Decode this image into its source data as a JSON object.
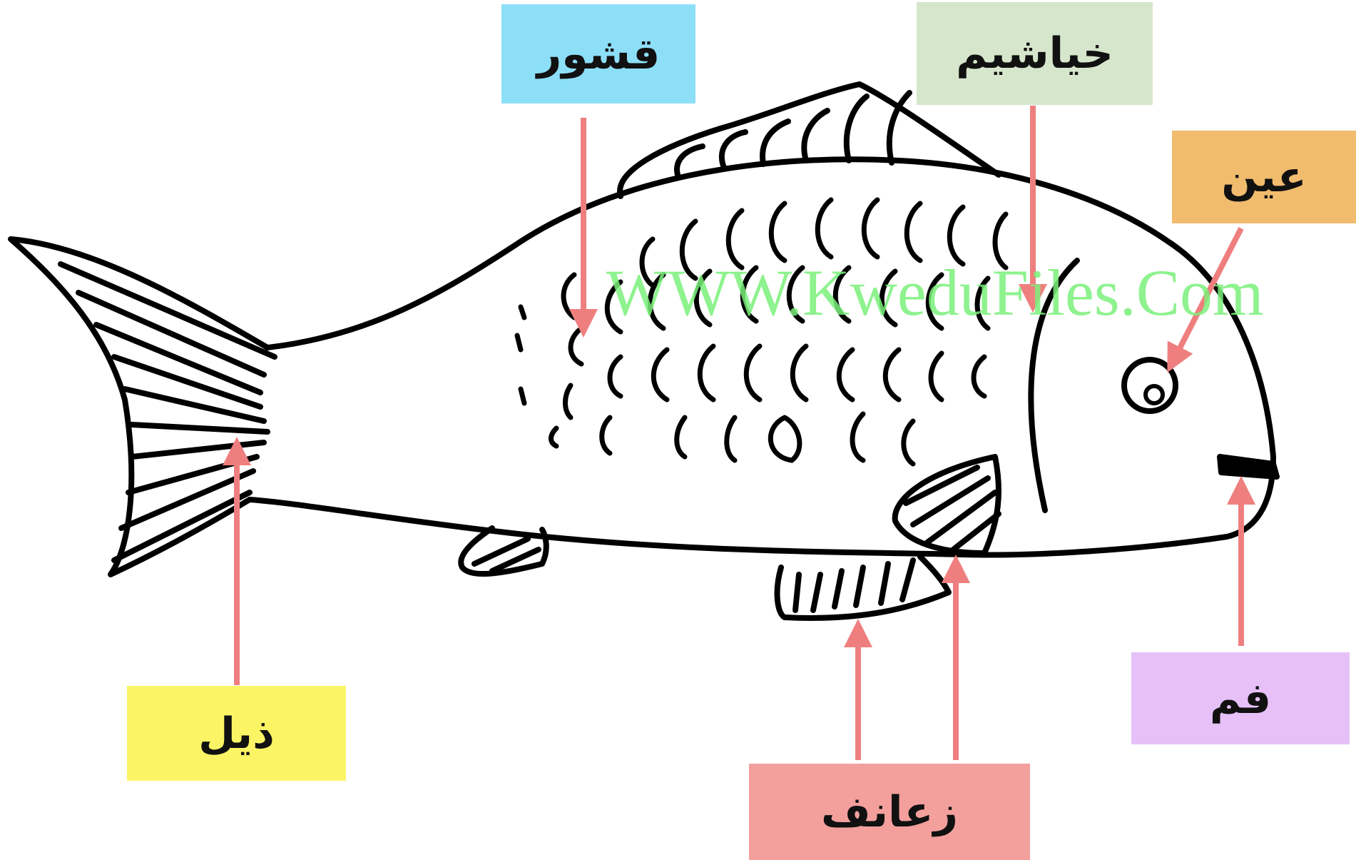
{
  "watermark": "WWW.KweduFiles.Com",
  "labels": {
    "scales": "قشور",
    "gills": "خياشيم",
    "eye": "عين",
    "tail": "ذيل",
    "fins": "زعانف",
    "mouth": "فم"
  },
  "colors": {
    "scales_box": "#8ddff8",
    "gills_box": "#d6e6cc",
    "eye_box": "#f2bc6e",
    "tail_box": "#fbf566",
    "fins_box": "#f3a09d",
    "mouth_box": "#e6c0f7",
    "arrow": "#ef7f7f",
    "outline": "#000000"
  }
}
